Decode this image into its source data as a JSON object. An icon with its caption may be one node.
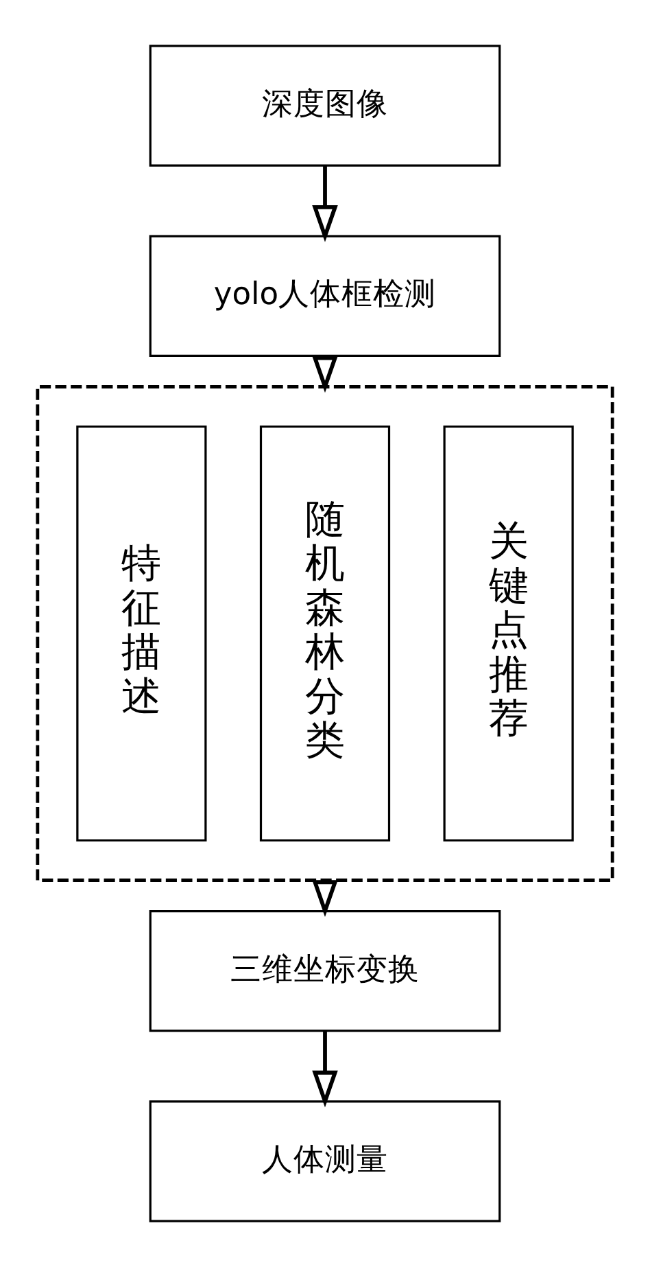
{
  "diagram": {
    "nodes": [
      {
        "text": [
          "深度图像"
        ]
      },
      {
        "text": [
          "yolo人体框检测"
        ]
      },
      {
        "text": [],
        "shape": "box"
      },
      {
        "text": [
          "特征描述"
        ],
        "in": 2
      },
      {
        "text": [
          "随机森林分类"
        ],
        "in": 2
      },
      {
        "text": [
          "关键点推荐"
        ],
        "in": 2
      },
      {
        "text": [
          "三维坐标变换"
        ]
      },
      {
        "text": [
          "人体测量"
        ]
      }
    ],
    "edges": [
      {
        "from": 0,
        "to": 1,
        "arrow": "to"
      },
      {
        "from": 1,
        "to": 2,
        "arrow": "to"
      },
      {
        "from": 2,
        "to": 6,
        "arrow": "to"
      },
      {
        "from": 6,
        "to": 7,
        "arrow": "to"
      }
    ]
  }
}
